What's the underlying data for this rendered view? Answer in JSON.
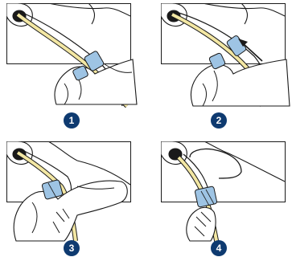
{
  "steps": [
    {
      "number": "1"
    },
    {
      "number": "2"
    },
    {
      "number": "3"
    },
    {
      "number": "4"
    }
  ],
  "colors": {
    "tube": "#f3e7a3",
    "clip": "#9ec4e4",
    "badge": "#0e3a70",
    "line": "#1a1a1a"
  },
  "icons": [
    "hand-icon",
    "nose-icon",
    "tube-icon",
    "clip-icon",
    "arrow-icon"
  ]
}
